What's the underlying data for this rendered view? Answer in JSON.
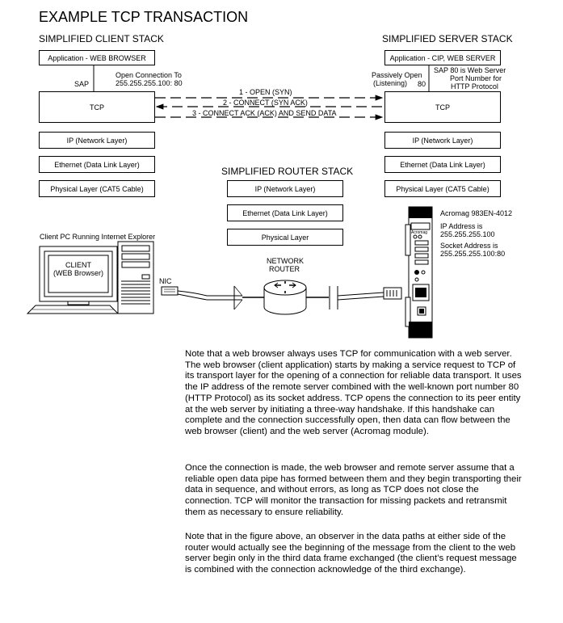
{
  "title": "EXAMPLE TCP TRANSACTION",
  "client_stack": {
    "heading": "SIMPLIFIED CLIENT STACK",
    "app": "Application - WEB BROWSER",
    "tcp": "TCP",
    "ip": "IP (Network Layer)",
    "eth": "Ethernet (Data Link Layer)",
    "phy": "Physical Layer (CAT5 Cable)",
    "sap": "SAP",
    "open_conn": "Open Connection To",
    "open_conn_addr": "255.255.255.100: 80"
  },
  "server_stack": {
    "heading": "SIMPLIFIED SERVER STACK",
    "app": "Application - CIP, WEB SERVER",
    "tcp": "TCP",
    "ip": "IP (Network Layer)",
    "eth": "Ethernet (Data Link Layer)",
    "phy": "Physical Layer (CAT5 Cable)",
    "passive_1": "Passively Open",
    "passive_2": "(Listening)",
    "port": "80",
    "sap_note_1": "SAP  80 is Web Server",
    "sap_note_2": "Port Number for",
    "sap_note_3": "HTTP Protocol"
  },
  "handshake": {
    "step1": "1 - OPEN (SYN)",
    "step2": "2 - CONNECT (SYN ACK)",
    "step3": "3 - CONNECT ACK (ACK) AND SEND DATA"
  },
  "router_stack": {
    "heading": "SIMPLIFIED ROUTER STACK",
    "ip": "IP (Network Layer)",
    "eth": "Ethernet (Data Link Layer)",
    "phy": "Physical Layer"
  },
  "client_pc": {
    "caption": "Client PC Running Internet Explorer",
    "screen_1": "CLIENT",
    "screen_2": "(WEB Browser)",
    "nic": "NIC"
  },
  "router": {
    "label_1": "NETWORK",
    "label_2": "ROUTER"
  },
  "module": {
    "model": "Acromag 983EN-4012",
    "ip_label": "IP Address is",
    "ip_value": "255.255.255.100",
    "socket_label": "Socket Address is",
    "socket_value": "255.255.255.100:80",
    "brand": "Acromag"
  },
  "paragraphs": [
    "Note that a web browser always uses TCP for communication with a web server.  The web browser (client application) starts by making a service request to TCP of its transport layer for the opening of a connection for reliable data transport.  It uses the IP address of the remote server combined with the well-known port number 80 (HTTP Protocol) as its socket address.  TCP opens the connection to its peer entity at the web server by initiating a three-way handshake.  If this handshake can complete and the connection successfully open, then data can flow between the web browser (client) and the web server (Acromag module).",
    "Once the connection is made, the web browser and remote server assume that a reliable open data pipe has formed between them and they begin transporting their data in sequence, and without errors, as long as TCP does not close the connection.  TCP will monitor the transaction for missing packets and retransmit them as necessary to ensure reliability.",
    "Note that in the figure above, an observer in the data paths at either side of the router would actually see the beginning of the message from the client to the web server begin only in the third data frame exchanged (the client’s request message is combined with the connection acknowledge of the third exchange)."
  ]
}
